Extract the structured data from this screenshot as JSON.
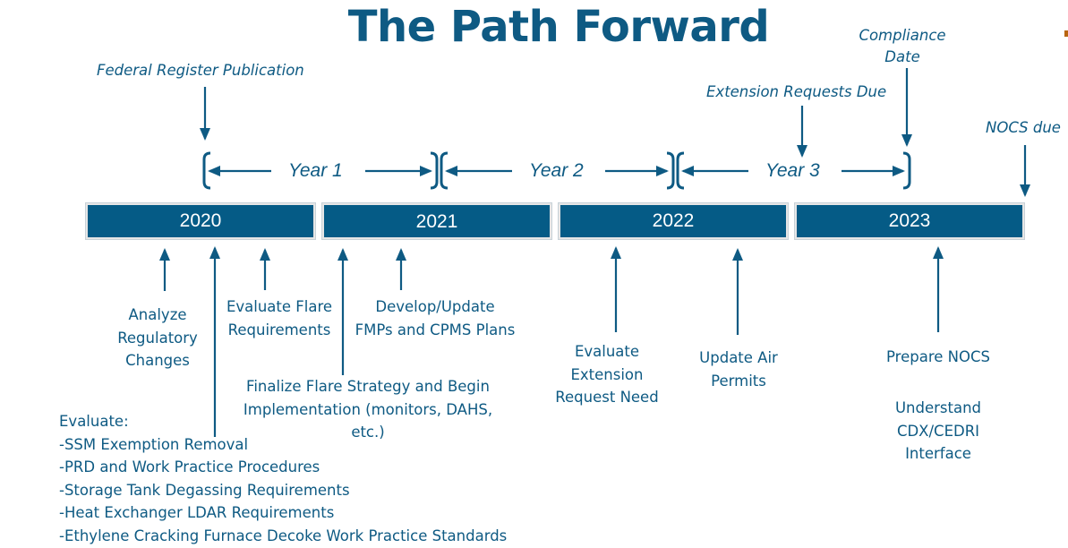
{
  "title": "The Path Forward",
  "colors": {
    "primary": "#0e5a83",
    "bar_fill": "#055b86",
    "bar_text": "#ffffff",
    "logo_fragment": "#b8650f"
  },
  "top_annotations": {
    "federal_register": "Federal Register Publication",
    "compliance_date_line1": "Compliance",
    "compliance_date_line2": "Date",
    "extension_requests": "Extension Requests Due",
    "nocs_due": "NOCS due"
  },
  "periods": [
    {
      "label": "Year 1"
    },
    {
      "label": "Year 2"
    },
    {
      "label": "Year 3"
    }
  ],
  "years": [
    {
      "label": "2020"
    },
    {
      "label": "2021"
    },
    {
      "label": "2022"
    },
    {
      "label": "2023"
    }
  ],
  "tasks": {
    "analyze": [
      "Analyze",
      "Regulatory",
      "Changes"
    ],
    "evaluate_flare": [
      "Evaluate Flare",
      "Requirements"
    ],
    "develop_update": [
      "Develop/Update",
      "FMPs and CPMS Plans"
    ],
    "finalize_flare": [
      "Finalize Flare Strategy and Begin",
      "Implementation (monitors, DAHS,",
      "etc.)"
    ],
    "evaluate_list": {
      "heading": "Evaluate:",
      "items": [
        "-SSM Exemption Removal",
        "-PRD and Work Practice Procedures",
        "-Storage Tank Degassing Requirements",
        "-Heat Exchanger LDAR Requirements",
        "-Ethylene Cracking Furnace Decoke Work Practice Standards"
      ]
    },
    "evaluate_extension": [
      "Evaluate",
      "Extension",
      "Request Need"
    ],
    "update_air_permits": [
      "Update Air",
      "Permits"
    ],
    "prepare_nocs": "Prepare NOCS",
    "understand_cdx": [
      "Understand",
      "CDX/CEDRI",
      "Interface"
    ]
  }
}
